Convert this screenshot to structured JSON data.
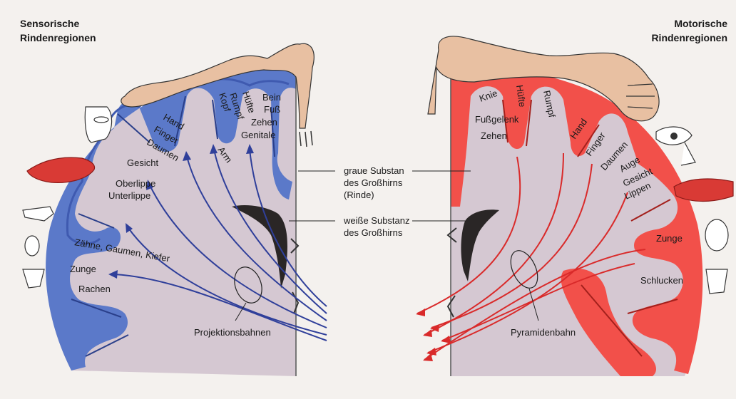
{
  "titles": {
    "sensory_line1": "Sensorische",
    "sensory_line2": "Rindenregionen",
    "motor_line1": "Motorische",
    "motor_line2": "Rindenregionen"
  },
  "center_labels": {
    "grey_line1": "graue Substan",
    "grey_line2": "des Großhirns",
    "grey_line3": "(Rinde)",
    "white_line1": "weiße Substanz",
    "white_line2": "des Großhirns",
    "projection": "Projektionsbahnen",
    "pyramidal": "Pyramidenbahn"
  },
  "sensory_labels": {
    "bein": "Bein",
    "fuss": "Fuß",
    "zehen": "Zehen",
    "genitale": "Genitale",
    "huefte": "Hüfte",
    "rumpf": "Rumpf",
    "kopf": "Kopf",
    "arm": "Arm",
    "hand": "Hand",
    "finger": "Finger",
    "daumen": "Daumen",
    "gesicht": "Gesicht",
    "oberlippe": "Oberlippe",
    "unterlippe": "Unterlippe",
    "zaehne": "Zähne, Gaumen, Kiefer",
    "zunge": "Zunge",
    "rachen": "Rachen"
  },
  "motor_labels": {
    "knie": "Knie",
    "fussgelenk": "Fußgelenk",
    "zehen": "Zehen",
    "huefte": "Hüfte",
    "rumpf": "Rumpf",
    "hand": "Hand",
    "finger": "Finger",
    "daumen": "Daumen",
    "auge": "Auge",
    "gesicht": "Gesicht",
    "lippen": "Lippen",
    "zunge": "Zunge",
    "schlucken": "Schlucken"
  },
  "colors": {
    "sensory_cortex": "#5b79c9",
    "motor_cortex": "#f2504a",
    "white_matter": "#d5c8d2",
    "ventricle": "#2a2626",
    "skin": "#e8c0a2",
    "lips": "#d93a35",
    "arrow_blue": "#2f3f9a",
    "arrow_red": "#d92a2a"
  }
}
